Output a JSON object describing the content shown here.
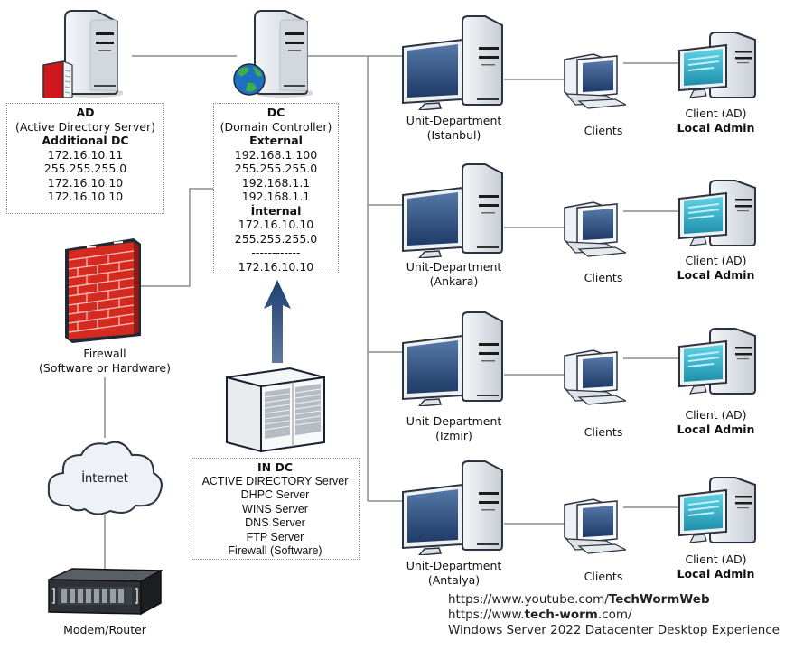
{
  "ad_server": {
    "title": "AD",
    "subtitle": "(Active Directory Server)",
    "role": "Additional DC",
    "ip_lines": [
      "172.16.10.11",
      "255.255.255.0",
      "172.16.10.10",
      "172.16.10.10"
    ],
    "icon": "server-book-icon"
  },
  "dc_server": {
    "title": "DC",
    "subtitle": "(Domain Controller)",
    "external_label": "External",
    "external_lines": [
      "192.168.1.100",
      "255.255.255.0",
      "192.168.1.1",
      "192.168.1.1"
    ],
    "internal_label": "İnternal",
    "internal_lines": [
      "172.16.10.10",
      "255.255.255.0"
    ],
    "separator": "------------",
    "dns_line": "172.16.10.10",
    "icon": "server-globe-icon"
  },
  "firewall": {
    "line1": "Firewall",
    "line2": "(Software or Hardware)",
    "icon": "brick-wall-icon"
  },
  "internet": {
    "label": "İnternet",
    "icon": "cloud-icon"
  },
  "router": {
    "label": "Modem/Router",
    "icon": "rack-router-icon"
  },
  "in_dc": {
    "title": "IN DC",
    "services": [
      "ACTIVE DIRECTORY Server",
      "DHPC Server",
      "WINS Server",
      "DNS Server",
      "FTP Server",
      "Firewall (Software)"
    ],
    "icon": "rack-servers-icon",
    "arrow": "up-arrow-icon"
  },
  "departments": [
    {
      "line1": "Unit-Department",
      "line2": "(Istanbul)",
      "clients_label": "Clients",
      "admin_line1": "Client (AD)",
      "admin_line2": "Local Admin"
    },
    {
      "line1": "Unit-Department",
      "line2": "(Ankara)",
      "clients_label": "Clients",
      "admin_line1": "Client (AD)",
      "admin_line2": "Local Admin"
    },
    {
      "line1": "Unit-Department",
      "line2": "(Izmir)",
      "clients_label": "Clients",
      "admin_line1": "Client (AD)",
      "admin_line2": "Local Admin"
    },
    {
      "line1": "Unit-Department",
      "line2": "(Antalya)",
      "clients_label": "Clients",
      "admin_line1": "Client (AD)",
      "admin_line2": "Local Admin"
    }
  ],
  "footer": {
    "youtube_prefix": "https://www.youtube.com/",
    "youtube_channel": "TechWormWeb",
    "site_prefix": "https://www.",
    "site_name": "tech-worm",
    "site_suffix": ".com/",
    "edition": "Windows Server 2022 Datacenter Desktop Experience"
  },
  "colors": {
    "line": "#8c8c8c",
    "arrow": "#24487a",
    "screen_dark": "#2d4c7e",
    "screen_cyan": "#2fb3c9",
    "brick": "#c8201c"
  }
}
